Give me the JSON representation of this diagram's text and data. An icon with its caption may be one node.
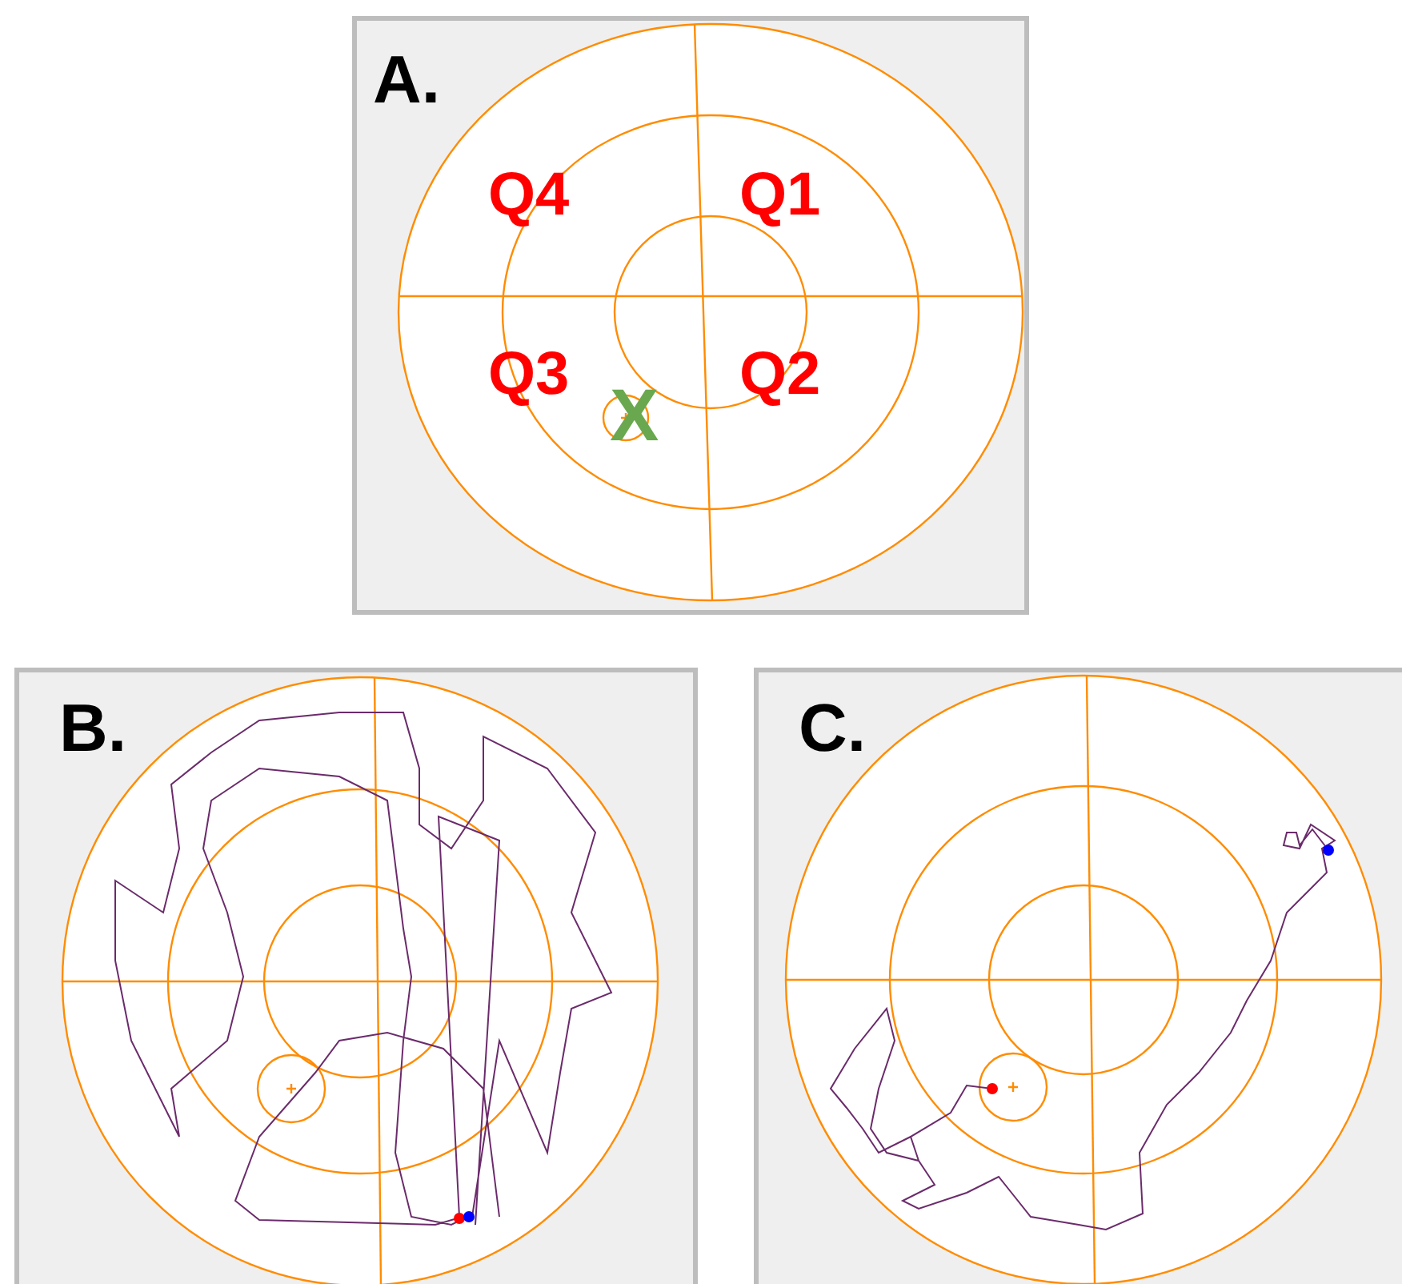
{
  "diagram": {
    "nodes": [
      {
        "text": [
          "A."
        ]
      },
      {
        "text": [
          "B."
        ]
      },
      {
        "text": [
          "C."
        ]
      }
    ],
    "labels": [
      "Q4",
      "Q1",
      "Q3",
      "Q2",
      "X"
    ]
  }
}
